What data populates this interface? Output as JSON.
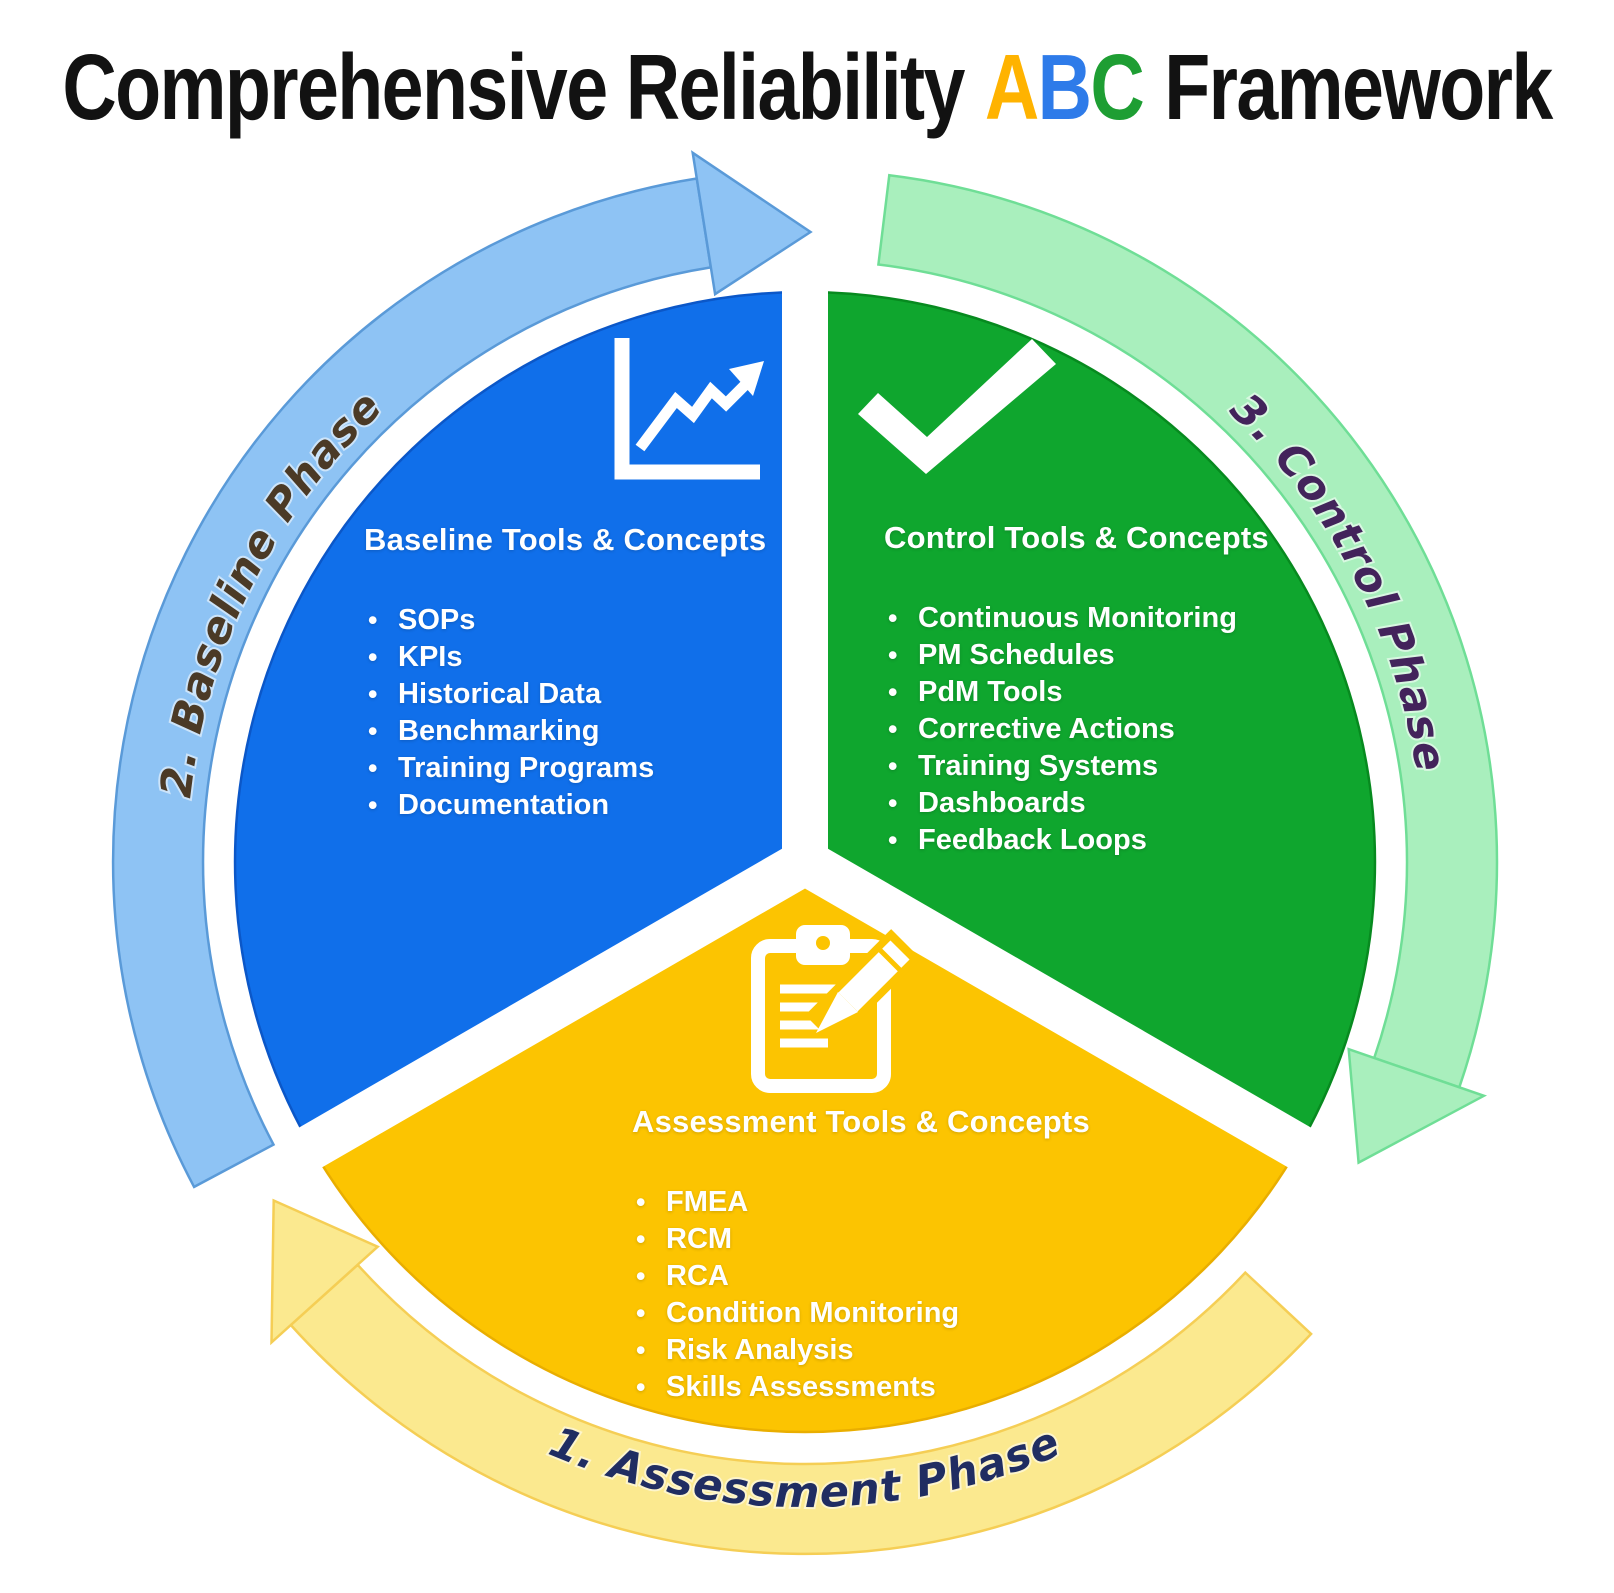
{
  "title": {
    "part1": "Comprehensive Reliability",
    "letter_a": "A",
    "letter_b": "B",
    "letter_c": "C",
    "part2": "Framework"
  },
  "palette": {
    "title_letter_a": "#FFB300",
    "title_letter_b": "#2E7BE9",
    "title_letter_c": "#1E9E33",
    "wedge_blue": "#106FEA",
    "wedge_green": "#0FA62E",
    "wedge_yellow": "#FCC401",
    "arc_light_blue": "#8EC3F4",
    "arc_light_green": "#A9EFBD",
    "arc_light_yellow": "#FBE98F",
    "label_baseline": "#4B3A26",
    "label_control": "#43235B",
    "label_assessment": "#202D62"
  },
  "phases": {
    "baseline": {
      "order_label": "2. Baseline Phase",
      "panel_title": "Baseline Tools & Concepts",
      "icon": "line-chart-icon",
      "wedge_color": "#106FEA",
      "arc_color": "#8EC3F4",
      "items": [
        "SOPs",
        "KPIs",
        "Historical Data",
        "Benchmarking",
        "Training Programs",
        "Documentation"
      ]
    },
    "control": {
      "order_label": "3. Control Phase",
      "panel_title": "Control Tools & Concepts",
      "icon": "checkmark-icon",
      "wedge_color": "#0FA62E",
      "arc_color": "#A9EFBD",
      "items": [
        "Continuous Monitoring",
        "PM Schedules",
        "PdM Tools",
        "Corrective Actions",
        "Training Systems",
        "Dashboards",
        "Feedback Loops"
      ]
    },
    "assessment": {
      "order_label": "1. Assessment Phase",
      "panel_title": "Assessment Tools & Concepts",
      "icon": "clipboard-pencil-icon",
      "wedge_color": "#FCC401",
      "arc_color": "#FBE98F",
      "items": [
        "FMEA",
        "RCM",
        "RCA",
        "Condition Monitoring",
        "Risk Analysis",
        "Skills Assessments"
      ]
    }
  }
}
